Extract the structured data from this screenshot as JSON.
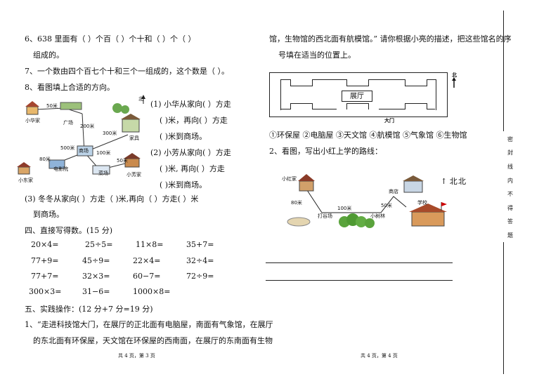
{
  "left": {
    "q6": {
      "line1": "6、638 里面有（          ）个百（          ）个十和（          ）个（          ）",
      "line2": "组成的。"
    },
    "q7": "7、一个数由四个百七个十和三个一组成的，这个数是（          ）。",
    "q8": {
      "title": "8、看图填上合适的方向。",
      "map": {
        "home_xiaohua": "小华家",
        "dist_50": "50米",
        "guangchang": "广场",
        "dist_200": "200米",
        "dist_300": "300米",
        "jiaju": "家具",
        "dist_500": "500米",
        "shangchang": "商场",
        "dist_100": "100米",
        "dianyingyuan": "电影院",
        "home_dongdong": "小东家",
        "dist_80": "80米",
        "dist_50b": "50米",
        "caichang": "菜场",
        "home_xiaofang": "小芳家",
        "north": "北"
      },
      "s1": {
        "l1": "(1) 小华从家向(          ）方走",
        "l2": "(          )米，再向(          ）方走",
        "l3": "(          )米到商场。"
      },
      "s2": {
        "l1": "(2) 小芳从家向(          ）方走",
        "l2": "(          )米, 再向(          ）方走",
        "l3": "(          )米到商场。"
      },
      "s3": {
        "l1": "(3) 冬冬从家向(          ）方走（          )米,再向（          ）方走(          ）米",
        "l2": "到商场。"
      }
    },
    "sec4": {
      "title": "四、直接写得数。(15 分)",
      "rows": [
        [
          "20×4=",
          "25÷5=",
          "11×8=",
          "35+7="
        ],
        [
          "77+9=",
          "45÷9=",
          "22×4=",
          "32÷4="
        ],
        [
          "77+7=",
          "32×3=",
          "60−7=",
          "72÷9="
        ],
        [
          "300×3=",
          "31−6=",
          "1000×8=",
          ""
        ]
      ]
    },
    "sec5": {
      "title": "五、实践操作：(12 分+7 分=19 分)",
      "p1": "1、“走进科技馆大门，在展厅的正北面有电脑屋，南面有气象馆，在展厅",
      "p2": "的东北面有环保屋，天文馆在环保屋的西南面，在展厅的东南面有生物"
    },
    "footer": "共 4 页，第 3 页"
  },
  "right": {
    "p3": "馆，生物馆的西北面有航模馆。” 请你根据小亮的描述，把这些馆名的序",
    "p4": "号填在适当的位置上。",
    "hall": {
      "label": "展厅",
      "gate": "大门",
      "north": "北"
    },
    "options": "①环保屋    ②电脑屋    ③天文馆    ④航模馆    ⑤气象馆    ⑥生物馆",
    "q2": {
      "title": "2、看图，写出小红上学的路线：",
      "map": {
        "home": "小红家",
        "dist_80": "80米",
        "dakuchang": "打谷场",
        "dist_100": "100米",
        "xiaoshulin": "小树林",
        "dist_50": "50米",
        "shangdian": "商店",
        "school": "学校",
        "north_arrow": "↑ 北",
        "north": "北"
      }
    },
    "footer": "共 4 页，第 4 页"
  },
  "seal": [
    "密",
    "封",
    "线",
    "内",
    "不",
    "得",
    "答",
    "题"
  ]
}
